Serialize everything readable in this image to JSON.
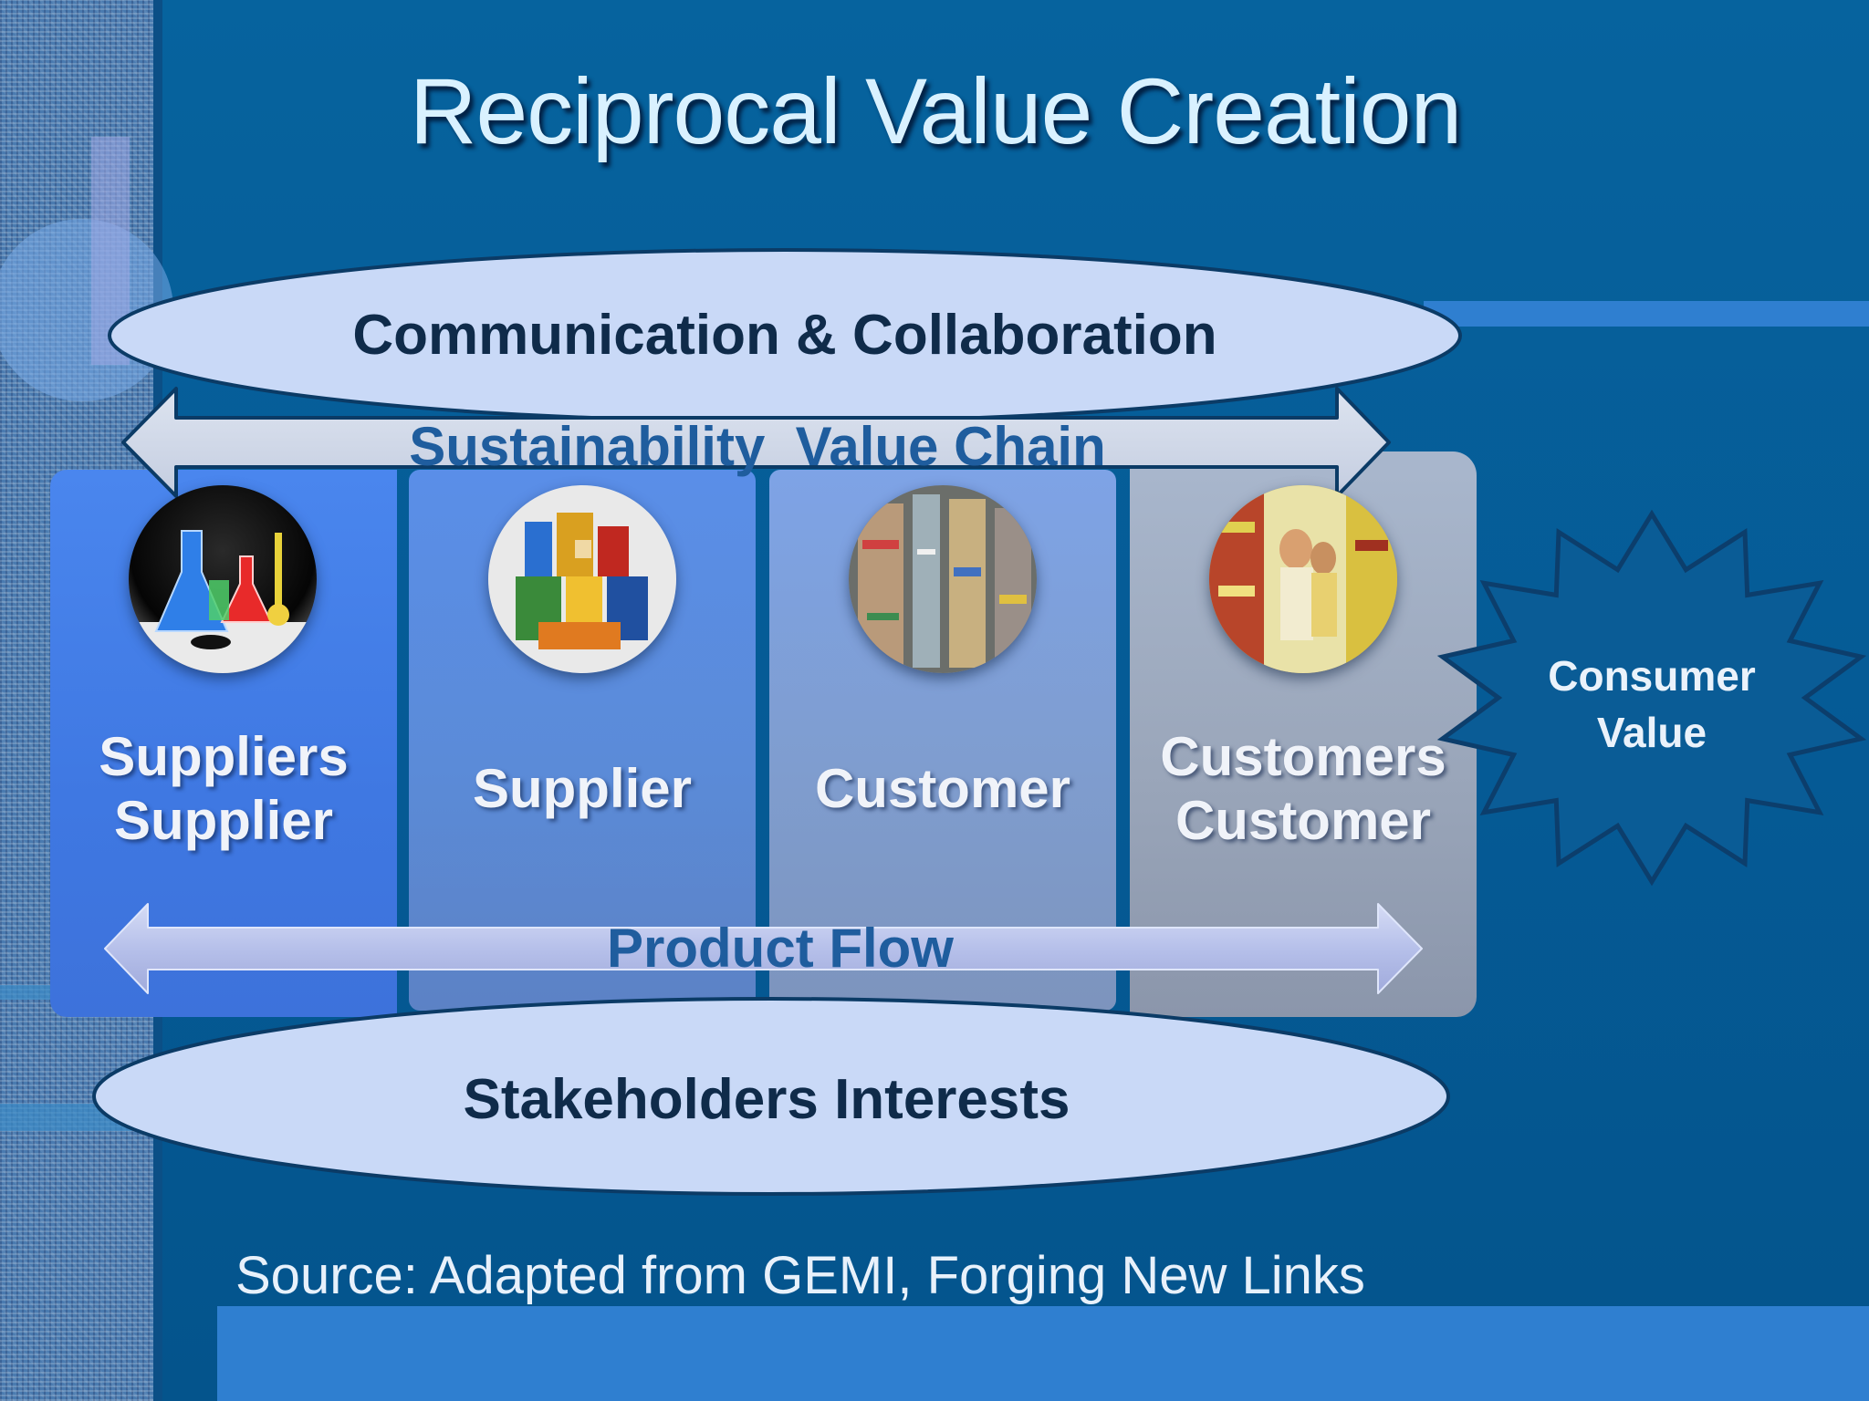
{
  "title": "Reciprocal Value Creation",
  "top_ellipse": {
    "label": "Communication & Collaboration"
  },
  "top_arrow": {
    "label": "Sustainability  Value Chain"
  },
  "stages": [
    {
      "line1": "Suppliers",
      "line2": "Supplier",
      "image": "lab-flasks"
    },
    {
      "line1": "Supplier",
      "line2": "",
      "image": "automotive-products"
    },
    {
      "line1": "Customer",
      "line2": "",
      "image": "warehouse-store"
    },
    {
      "line1": "Customers",
      "line2": "Customer",
      "image": "grocery-shoppers"
    }
  ],
  "burst": {
    "line1": "Consumer",
    "line2": "Value"
  },
  "bottom_arrow": {
    "label": "Product Flow"
  },
  "bottom_ellipse": {
    "label": "Stakeholders Interests"
  },
  "source": "Source: Adapted from GEMI, Forging New Links",
  "colors": {
    "background": "#055a95",
    "ellipse_fill": "#c9d9f7",
    "ellipse_stroke": "#0b3b66",
    "arrow_text": "#1f5d9e",
    "burst_fill": "#0a5c96"
  }
}
